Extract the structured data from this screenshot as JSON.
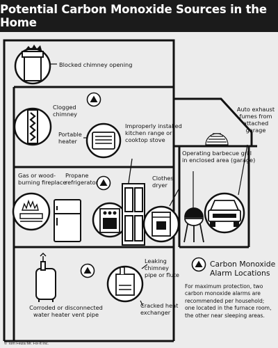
{
  "title": "Potential Carbon Monoxide Sources in the Home",
  "labels": {
    "blocked_chimney": "Blocked chimney opening",
    "clogged_chimney": "Clogged\nchimney",
    "portable_heater": "Portable\nheater",
    "kitchen_range": "Improperly installed\nkitchen range or\ncooktop stove",
    "auto_exhaust": "Auto exhaust\nfumes from\nattached\ngarage",
    "barbecue_grill": "Operating barbecue grill\nin enclosed area (garage)",
    "gas_fireplace": "Gas or wood-\nburning fireplace",
    "propane_fridge": "Propane\nrefrigerator",
    "clothes_dryer": "Clothes\ndryer",
    "leaking_chimney": "Leaking\nchimney\npipe or flute",
    "cracked_exchanger": "Cracked heat\nexchanger",
    "water_heater": "Corroded or disconnected\nwater heater vent pipe"
  },
  "legend": {
    "title": "Carbon Monoxide\nAlarm Locations",
    "description": "For maximum protection, two carbon monoxide alarms are recommended per household; one located in the furnace room, the other near sleeping areas."
  },
  "credit": "© Tom Feiza Mr. Fix-It Inc."
}
